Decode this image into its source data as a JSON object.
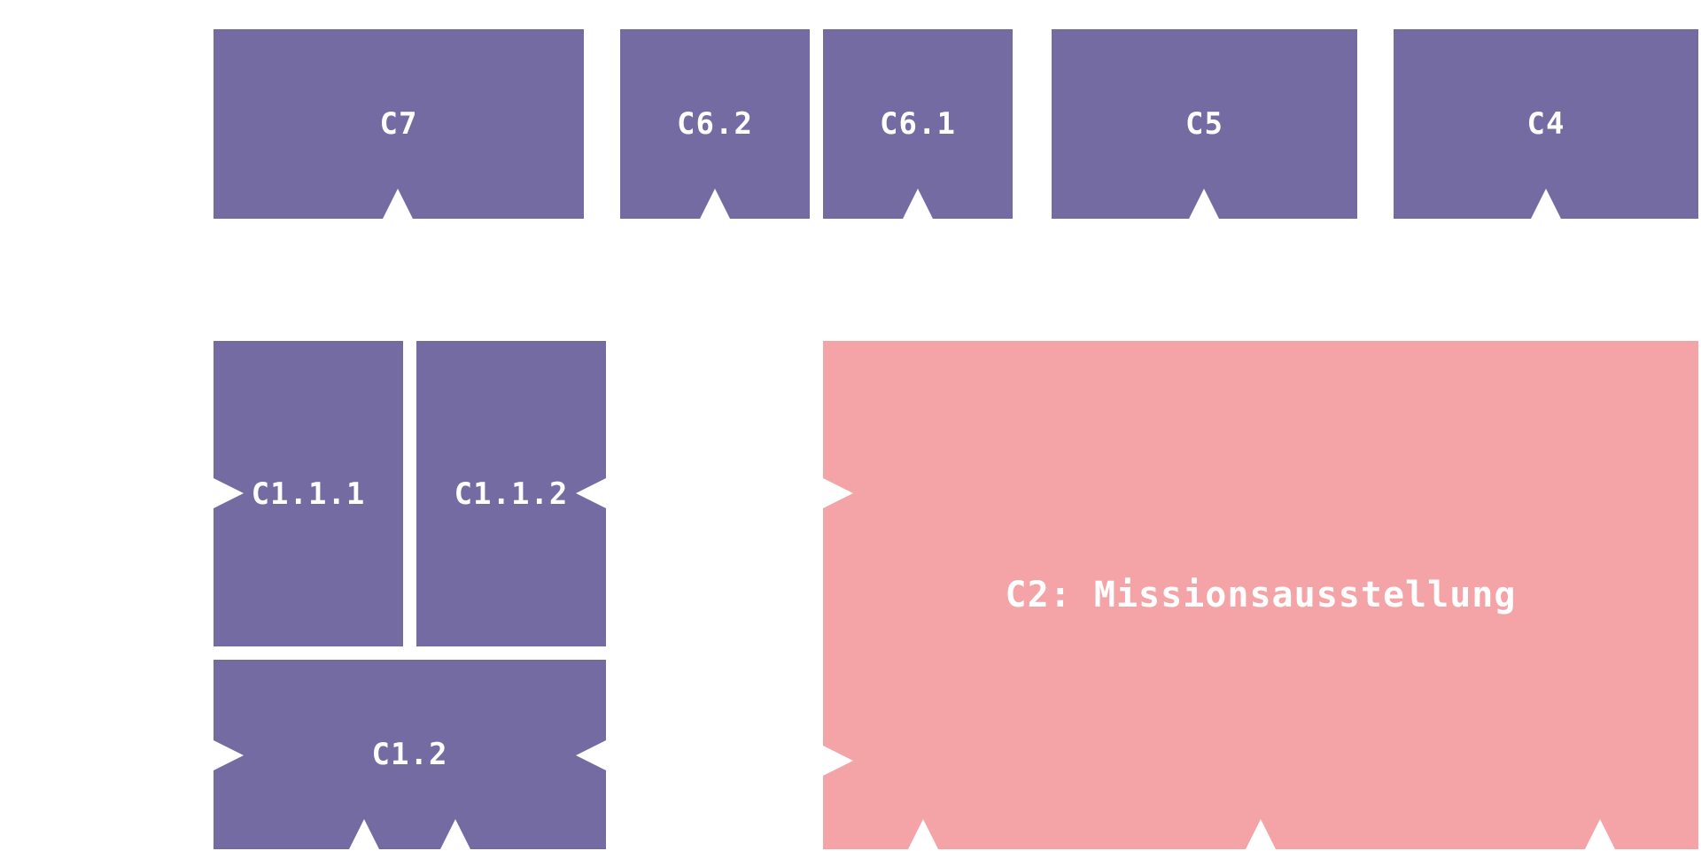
{
  "colors": {
    "tile": "#736ba2",
    "highlight": "#f4a3a7",
    "background": "#ffffff"
  },
  "tiles": {
    "c7": {
      "label": "C7"
    },
    "c6_2": {
      "label": "C6.2"
    },
    "c6_1": {
      "label": "C6.1"
    },
    "c5": {
      "label": "C5"
    },
    "c4": {
      "label": "C4"
    },
    "c1_1_1": {
      "label": "C1.1.1"
    },
    "c1_1_2": {
      "label": "C1.1.2"
    },
    "c1_2": {
      "label": "C1.2"
    },
    "c2": {
      "label": "C2: Missionsausstellung"
    }
  }
}
